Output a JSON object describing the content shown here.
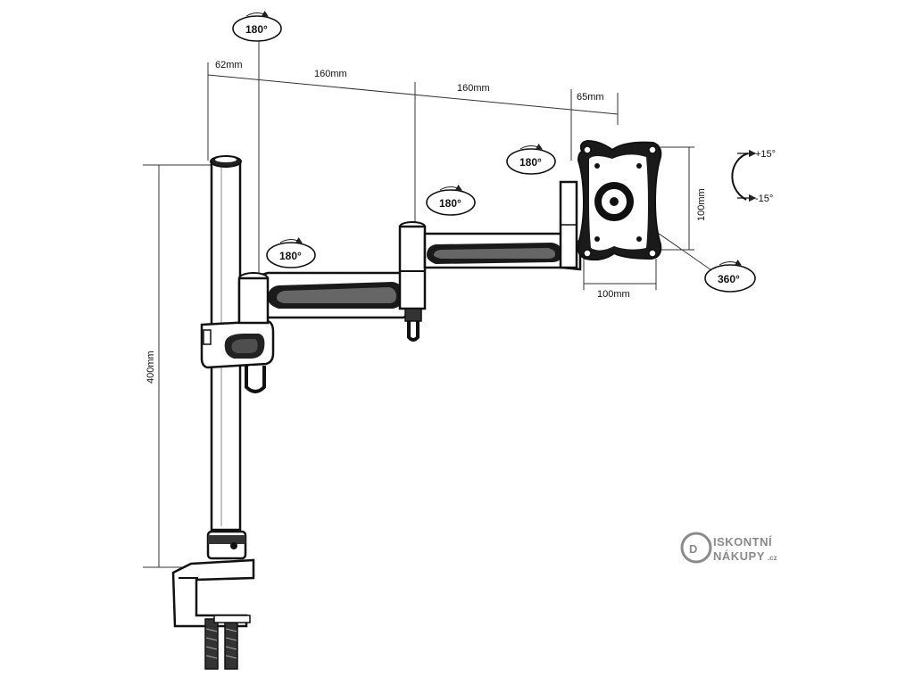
{
  "dimensions": {
    "pole_width": "62mm",
    "arm_segment_1": "160mm",
    "arm_segment_2": "160mm",
    "plate_offset": "65mm",
    "pole_height": "400mm",
    "vesa_vertical": "100mm",
    "vesa_horizontal": "100mm"
  },
  "rotations": {
    "pole_top": "180°",
    "arm_joint_1": "180°",
    "arm_joint_2": "180°",
    "head_joint": "180°",
    "plate_rotation": "360°"
  },
  "tilt": {
    "up": "+15°",
    "down": "-15°"
  },
  "logo": {
    "line1": "ISKONTNÍ",
    "line2": "NÁKUPY",
    "suffix": ".cz",
    "mark": "D"
  },
  "colors": {
    "ink": "#111111",
    "logo": "#8a8a8a"
  }
}
